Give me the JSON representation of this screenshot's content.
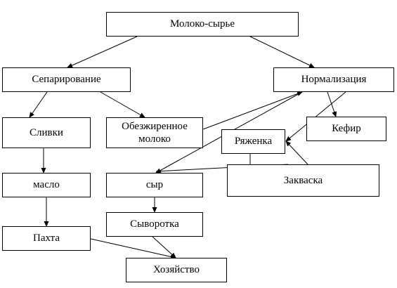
{
  "diagram": {
    "nodes": {
      "milk": "Молоко-сырье",
      "separation": "Сепарирование",
      "normalization": "Нормализация",
      "cream": "Сливки",
      "skim": "Обезжиренное молоко",
      "ryazhenka": "Ряженка",
      "kefir": "Кефир",
      "butter": "масло",
      "cheese": "сыр",
      "starter": "Закваска",
      "whey": "Сыворотка",
      "buttermilk": "Пахта",
      "farm": "Хозяйство"
    }
  }
}
